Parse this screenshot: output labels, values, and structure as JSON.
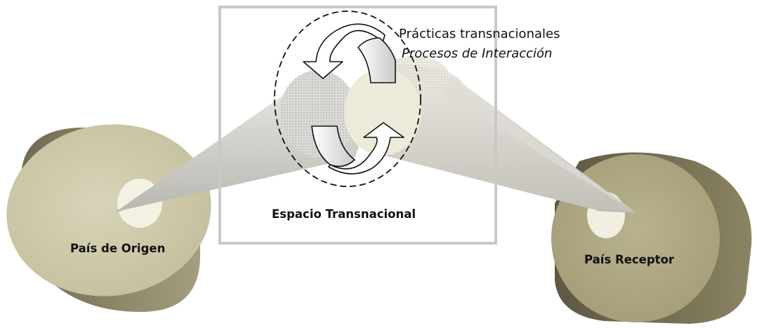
{
  "diagram": {
    "top_label": "Prácticas transnacionales",
    "top_sublabel": "Procesos de Interacción",
    "center_label": "Espacio Transnacional",
    "left_label": "País de Origen",
    "right_label": "País Receptor",
    "icons": [
      "cycle-arrows-icon"
    ],
    "colors": {
      "left_disc": "#c9c4a4",
      "right_disc": "#aaa37d",
      "cone": "#d2d0cc",
      "frame": "#c8c8c8"
    }
  }
}
